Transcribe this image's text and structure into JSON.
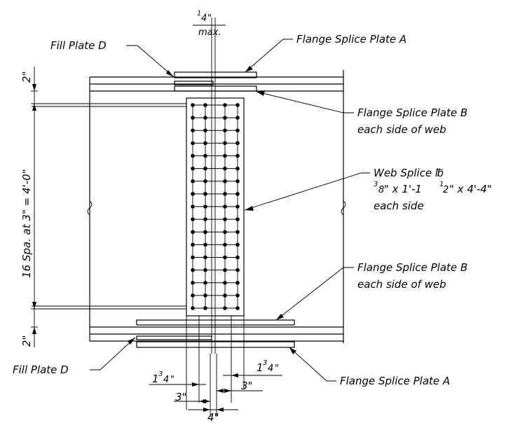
{
  "labels": {
    "fill_plate_top": "Fill Plate D",
    "fill_plate_bottom": "Fill Plate D",
    "flange_splice_a_top": "Flange Splice Plate A",
    "flange_splice_a_bottom": "Flange Splice Plate A",
    "flange_splice_b_top_line1": "Flange Splice Plate B",
    "flange_splice_b_top_line2": "each side of web",
    "flange_splice_b_bottom_line1": "Flange Splice Plate B",
    "flange_splice_b_bottom_line2": "each side of web",
    "web_splice_line1": "Web Splice ℔",
    "web_splice_line2_a": "3",
    "web_splice_line2_b": "8",
    "web_splice_line2_c": "\" x 1'-1",
    "web_splice_line2_d": "1",
    "web_splice_line2_e": "2",
    "web_splice_line2_f": "\" x 4'-4\"",
    "web_splice_line3": "each side"
  },
  "dimensions": {
    "gap_num": "1",
    "gap_den": "4",
    "gap_unit": "\"",
    "gap_max": "max.",
    "top_flange": "2\"",
    "bottom_flange": "2\"",
    "bolt_spacing": "16 Spa. at 3\" = 4'-0\"",
    "edge_left_whole": "1",
    "edge_left_frac_num": "3",
    "edge_left_frac_den": "4",
    "edge_left_unit": "\"",
    "edge_right_whole": "1",
    "edge_right_frac_num": "3",
    "edge_right_frac_den": "4",
    "edge_right_unit": "\"",
    "pitch_left": "3\"",
    "pitch_right": "3\"",
    "gap_bottom": "4\""
  },
  "bolt_pattern": {
    "rows": 17,
    "columns_per_side": 2
  }
}
